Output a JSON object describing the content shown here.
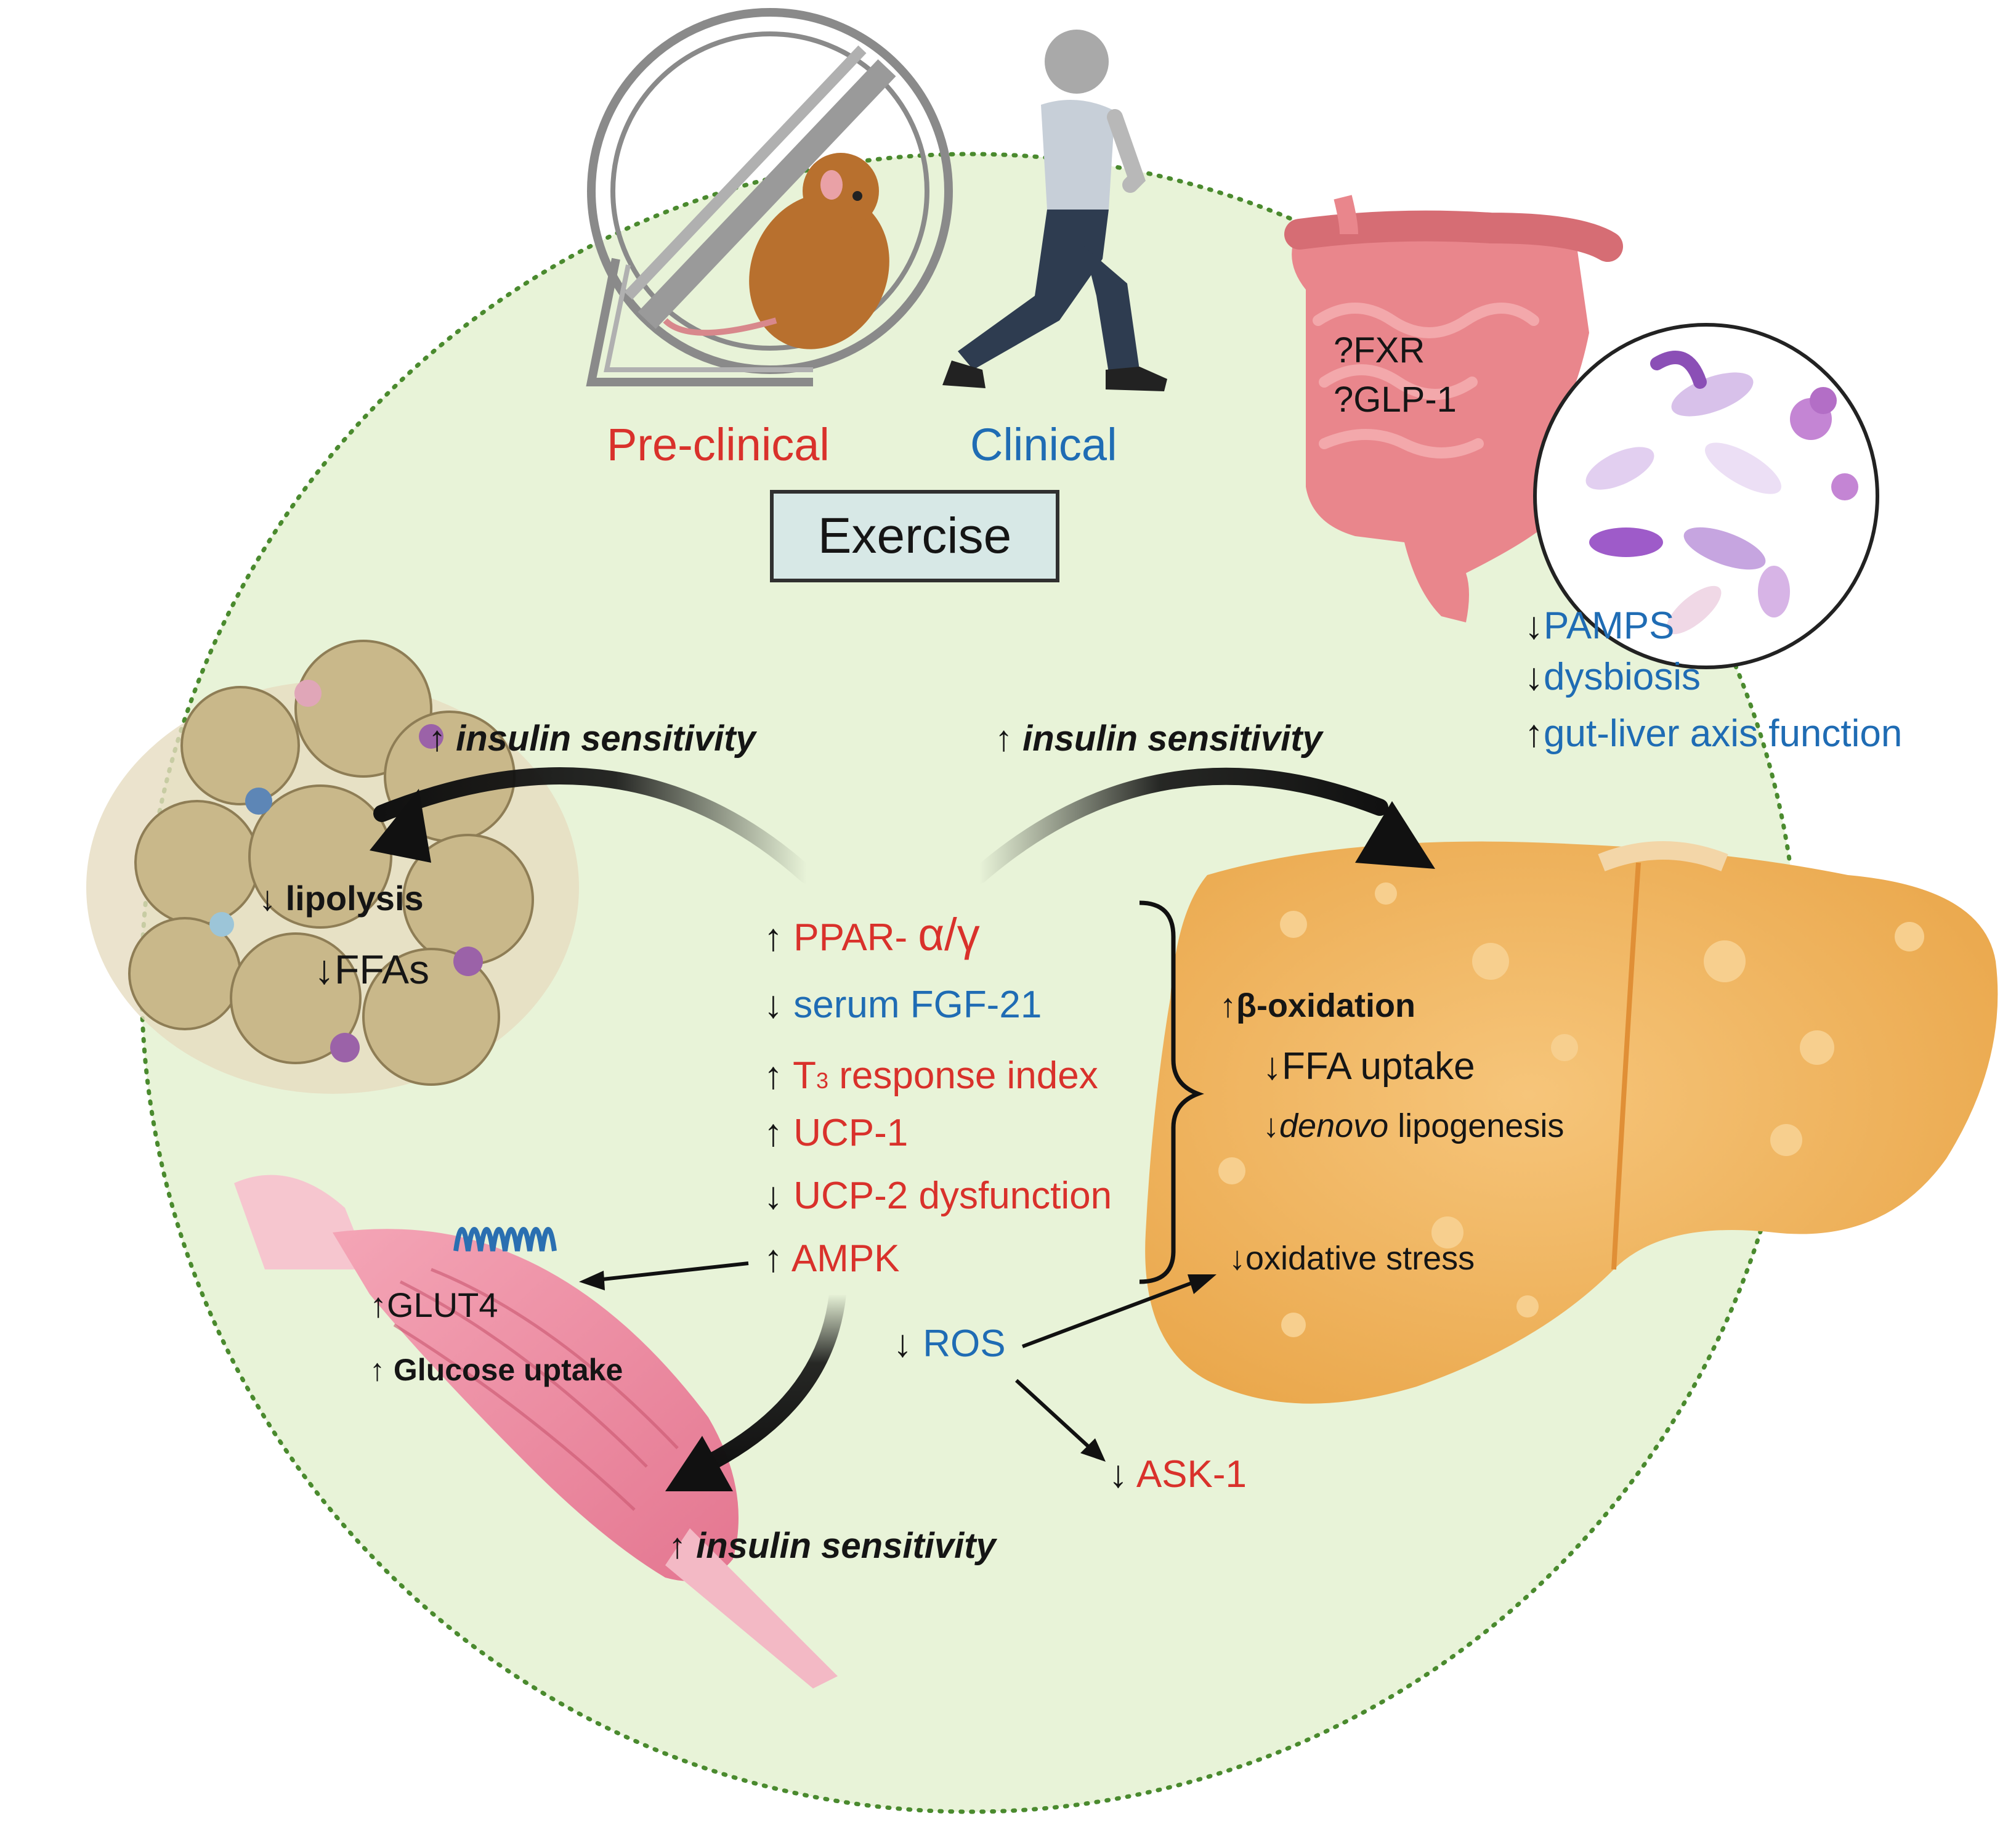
{
  "labels": {
    "preclinical": "Pre-clinical",
    "clinical": "Clinical",
    "exercise": "Exercise",
    "fxr": "?FXR",
    "glp1": "?GLP-1",
    "pamps": "PAMPS",
    "dysbiosis": "dysbiosis",
    "gut_liver": "gut-liver axis function",
    "insulin_adipose": "insulin sensitivity",
    "insulin_liver": "insulin sensitivity",
    "insulin_muscle": "insulin sensitivity",
    "lipolysis": "lipolysis",
    "ffas": "FFAs",
    "ppar": "PPAR-",
    "ppar_greek": "α/γ",
    "fgf21": "serum FGF-21",
    "t3_sub": "T",
    "t3_index": "3",
    "t3_rest": "response index",
    "ucp1": "UCP-1",
    "ucp2": "UCP-2 dysfunction",
    "ampk": "AMPK",
    "ros": "ROS",
    "ask1": "ASK-1",
    "glut4": "GLUT4",
    "glucose_uptake": "Glucose uptake",
    "beta_oxidation": "β-oxidation",
    "ffa_uptake": "FFA uptake",
    "denovo": "denovo",
    "lipogenesis": "lipogenesis",
    "oxidative_stress": "oxidative stress"
  },
  "arrows": {
    "up": "↑",
    "down": "↓"
  },
  "colors": {
    "background_circle": "#e8f3d8",
    "red_text": "#d9312b",
    "blue_text": "#1f6cb4",
    "liver": "#f2b560",
    "muscle": "#ef8fa6",
    "intestine": "#e9868c",
    "adipose": "#c9b88a"
  }
}
